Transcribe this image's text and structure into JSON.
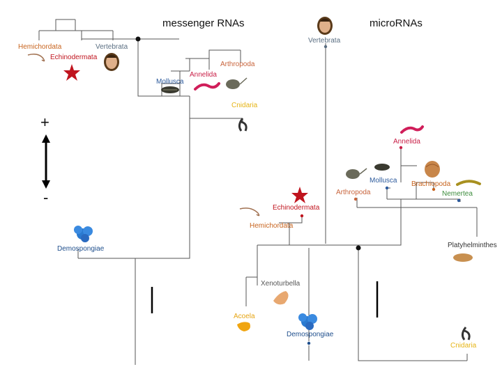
{
  "headers": {
    "left": "messenger RNAs",
    "right": "microRNAs"
  },
  "scale": {
    "plus": "+",
    "minus": "-"
  },
  "colors": {
    "Hemichordata": "#c8641e",
    "Echinodermata": "#c0141e",
    "Vertebrata": "#5a6e82",
    "Mollusca": "#2c5a9c",
    "Annelida": "#c81e46",
    "Arthropoda": "#c8643c",
    "Cnidaria": "#e6b414",
    "Demospongiae": "#1e4e8c",
    "Brachiopoda": "#c8641e",
    "Nemertea": "#3c8c3c",
    "Platyhelminthes": "#333333",
    "Xenoturbella": "#555555",
    "Acoela": "#e6a514"
  },
  "left_tree": {
    "labels": [
      "Hemichordata",
      "Echinodermata",
      "Vertebrata",
      "Arthropoda",
      "Annelida",
      "Mollusca",
      "Cnidaria",
      "Demospongiae"
    ]
  },
  "right_tree": {
    "labels": [
      "Vertebrata",
      "Annelida",
      "Mollusca",
      "Brachiopoda",
      "Nemertea",
      "Arthropoda",
      "Echinodermata",
      "Hemichordata",
      "Platyhelminthes",
      "Xenoturbella",
      "Acoela",
      "Demospongiae",
      "Cnidaria"
    ]
  }
}
